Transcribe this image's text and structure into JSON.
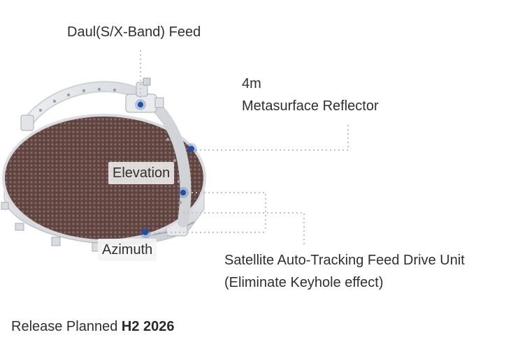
{
  "labels": {
    "feed": "Daul(S/X-Band) Feed",
    "reflector_size": "4m",
    "reflector_name": "Metasurface Reflector",
    "elevation": "Elevation",
    "azimuth": "Azimuth",
    "drive_unit_line1": "Satellite Auto-Tracking Feed Drive Unit",
    "drive_unit_line2": "(Eliminate Keyhole effect)"
  },
  "release": {
    "prefix": "Release Planned",
    "date": "H2 2026"
  },
  "colors": {
    "marker": "#1f4fa3",
    "leader_line": "#b9c3cf",
    "reflector_surface": "#6b4f4a",
    "frame": "#e4e6e9"
  }
}
